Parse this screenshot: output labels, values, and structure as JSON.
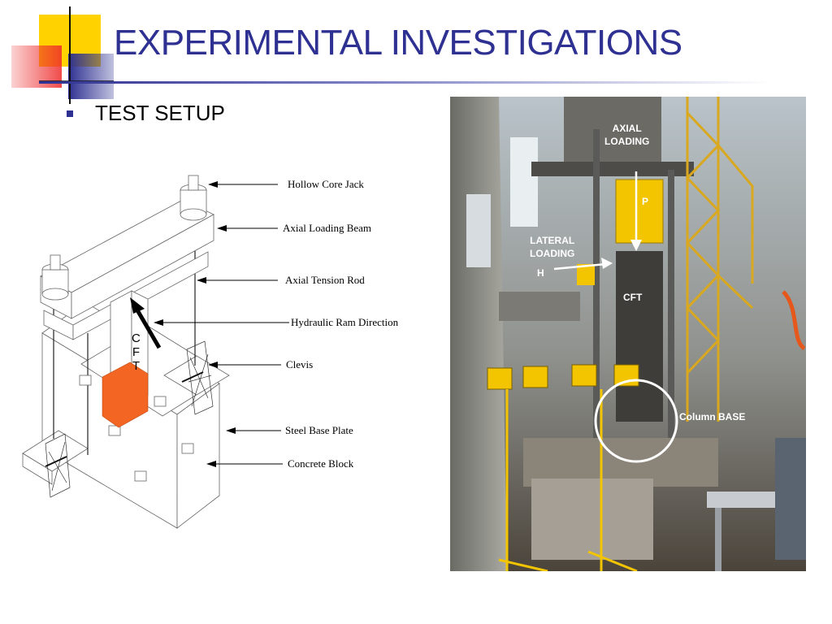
{
  "slide": {
    "title": "EXPERIMENTAL INVESTIGATIONS",
    "bullet": "TEST SETUP"
  },
  "diagram": {
    "column_letters": [
      "C",
      "F",
      "T"
    ],
    "callouts": [
      "Hollow Core Jack",
      "Axial Loading Beam",
      "Axial Tension Rod",
      "Hydraulic Ram Direction",
      "Clevis",
      "Steel Base Plate",
      "Concrete Block"
    ]
  },
  "photo": {
    "axial_loading": "AXIAL\nLOADING",
    "p": "P",
    "lateral_loading": "LATERAL\nLOADING",
    "h": "H",
    "cft": "CFT",
    "column_base": "Column BASE"
  },
  "colors": {
    "title": "#2e3192",
    "cft_orange": "#f26522",
    "logo_yellow": "#ffd200",
    "logo_red": "#ee2b2b",
    "logo_blue": "#2e3192"
  }
}
